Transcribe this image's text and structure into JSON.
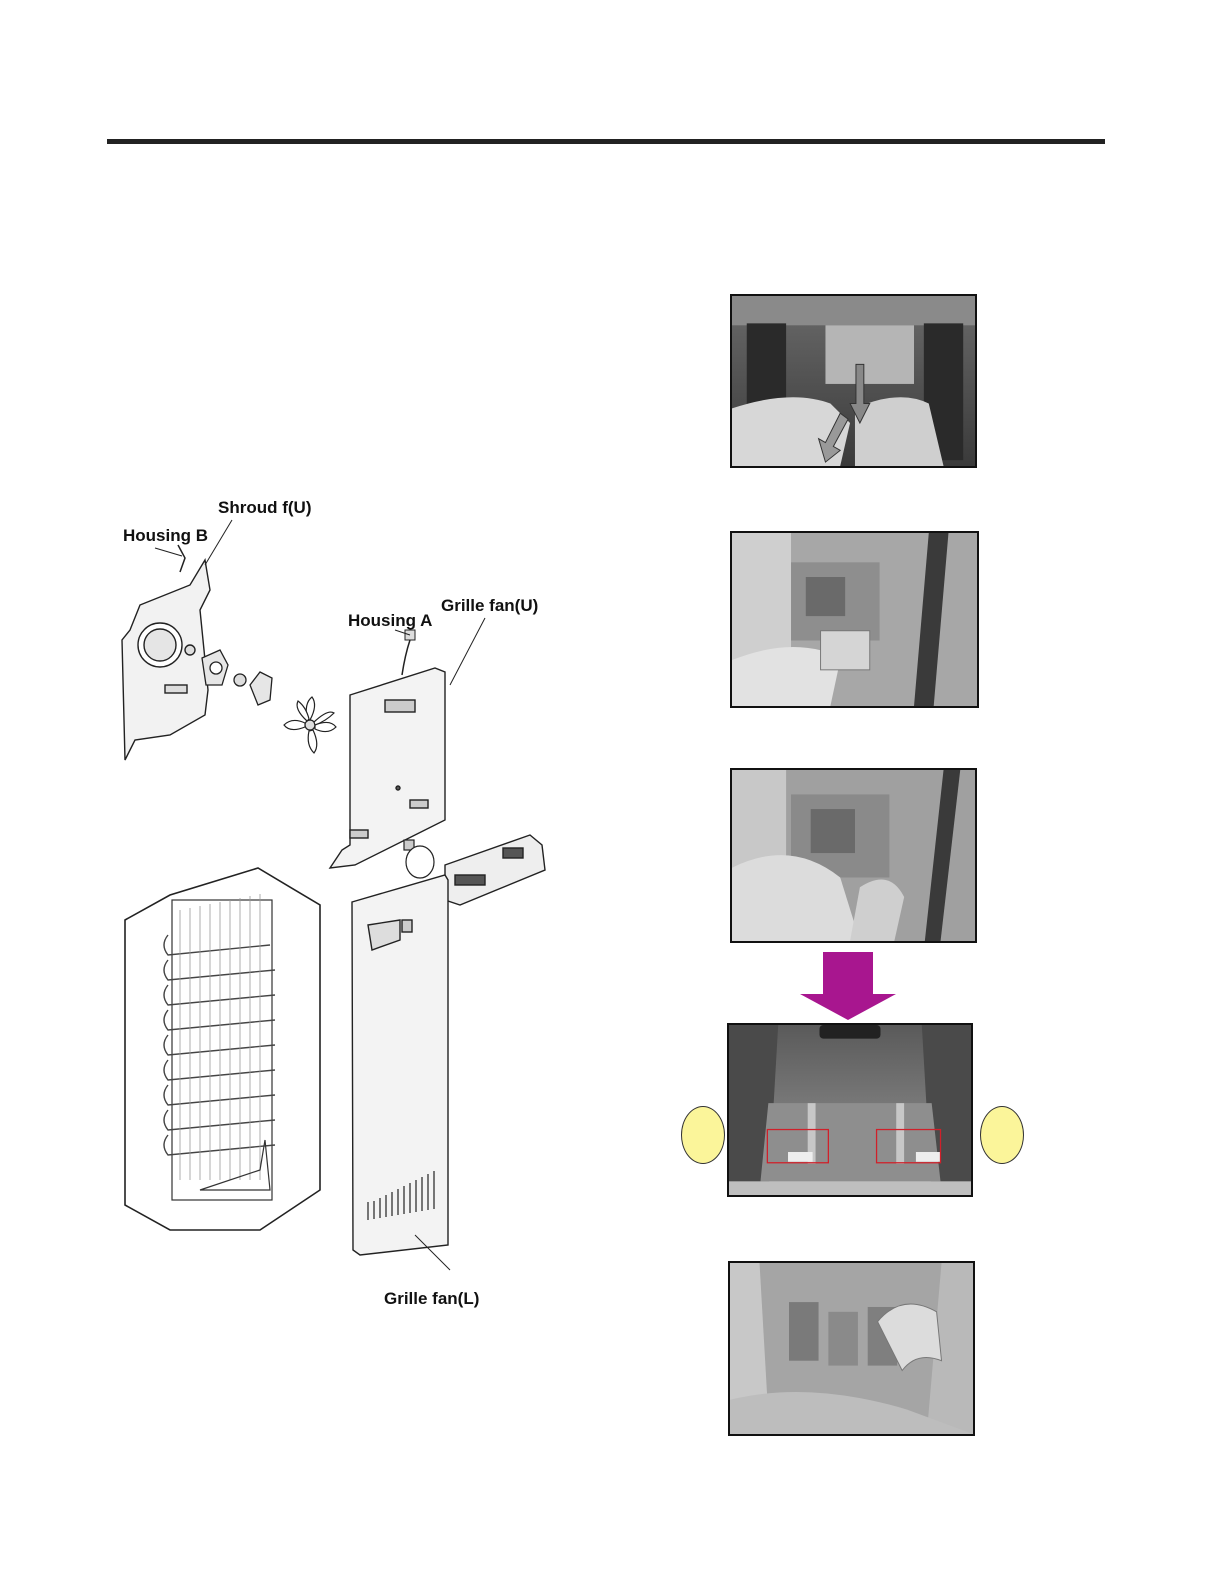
{
  "labels": {
    "housing_b": "Housing B",
    "shroud_fu": "Shroud f(U)",
    "housing_a": "Housing A",
    "grille_fan_u": "Grille fan(U)",
    "grille_fan_l": "Grille fan(L)"
  },
  "icons": {
    "step_arrow": "down-arrow-icon",
    "marker": "circle-marker-icon"
  },
  "colors": {
    "rule": "#222222",
    "step_arrow": "#a8168f",
    "marker_fill": "#fbf59a",
    "highlight_box": "#d0202a"
  }
}
